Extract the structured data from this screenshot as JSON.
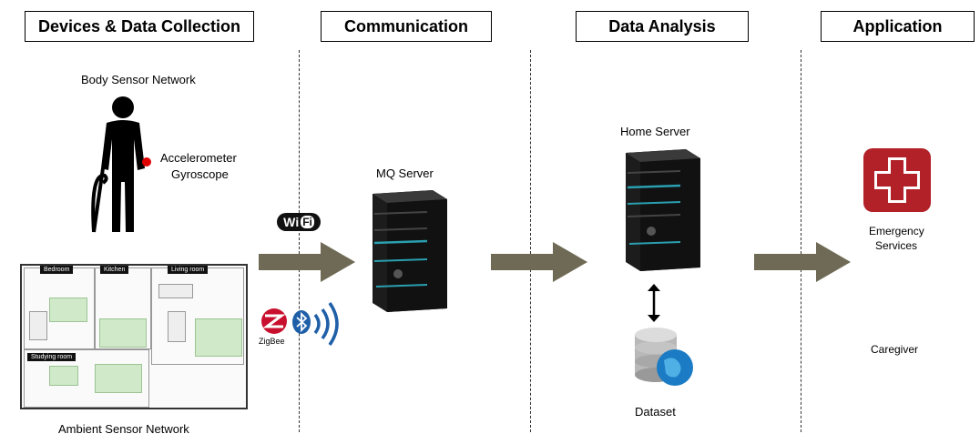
{
  "headers": {
    "devices": "Devices & Data Collection",
    "communication": "Communication",
    "analysis": "Data Analysis",
    "application": "Application"
  },
  "labels": {
    "body_sensor_network": "Body Sensor Network",
    "accelerometer": "Accelerometer",
    "gyroscope": "Gyroscope",
    "ambient_sensor_network": "Ambient Sensor Network",
    "mq_server": "MQ Server",
    "home_server": "Home Server",
    "dataset": "Dataset",
    "emergency_line1": "Emergency",
    "emergency_line2": "Services",
    "caregiver": "Caregiver"
  },
  "wireless": {
    "wifi_w": "W",
    "wifi_i": "i",
    "wifi_fi": "Fi",
    "zigbee": "ZigBee"
  },
  "floorplan": {
    "bedroom": "Bedroom",
    "kitchen": "Kitchen",
    "living_room": "Living room",
    "studying_room": "Studying room"
  },
  "colors": {
    "arrow": "#6e6a55",
    "emergency": "#b22028",
    "sensor_dot": "#e00000",
    "signal": "#1f5fa8"
  }
}
